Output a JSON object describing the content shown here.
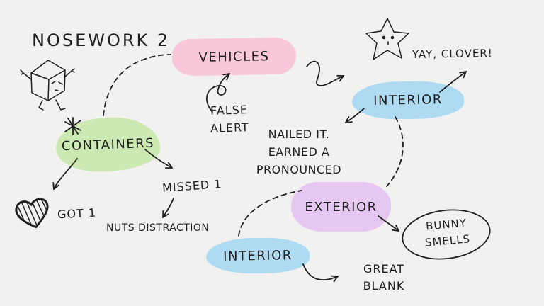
{
  "canvas": {
    "background": "#f1f1ef",
    "ink": "#1f1f1f"
  },
  "title": "NOSEWORK 2",
  "nodes": {
    "vehicles": {
      "label": "VEHICLES",
      "color": "#f9c7da"
    },
    "containers": {
      "label": "CONTAINERS",
      "color": "#cde9b3"
    },
    "interior_top": {
      "label": "INTERIOR",
      "color": "#aedaf2"
    },
    "exterior": {
      "label": "EXTERIOR",
      "color": "#e6c7f2"
    },
    "interior_bottom": {
      "label": "INTERIOR",
      "color": "#aedaf2"
    }
  },
  "annotations": {
    "yay_clover": "YAY, CLOVER!",
    "false_alert": "FALSE\nALERT",
    "nailed_it": "NAILED IT.\nEARNED A\nPRONOUNCED",
    "missed": "MISSED 1",
    "nuts_distraction": "NUTS DISTRACTION",
    "got": "GOT 1",
    "bunny_smells": "BUNNY\nSMELLS",
    "great_blank": "GREAT\nBLANK"
  },
  "doodles": {
    "cube": "walking-cube-character",
    "star": "star-with-face",
    "heart": "striped-heart",
    "asterisk": "asterisk-mark"
  }
}
